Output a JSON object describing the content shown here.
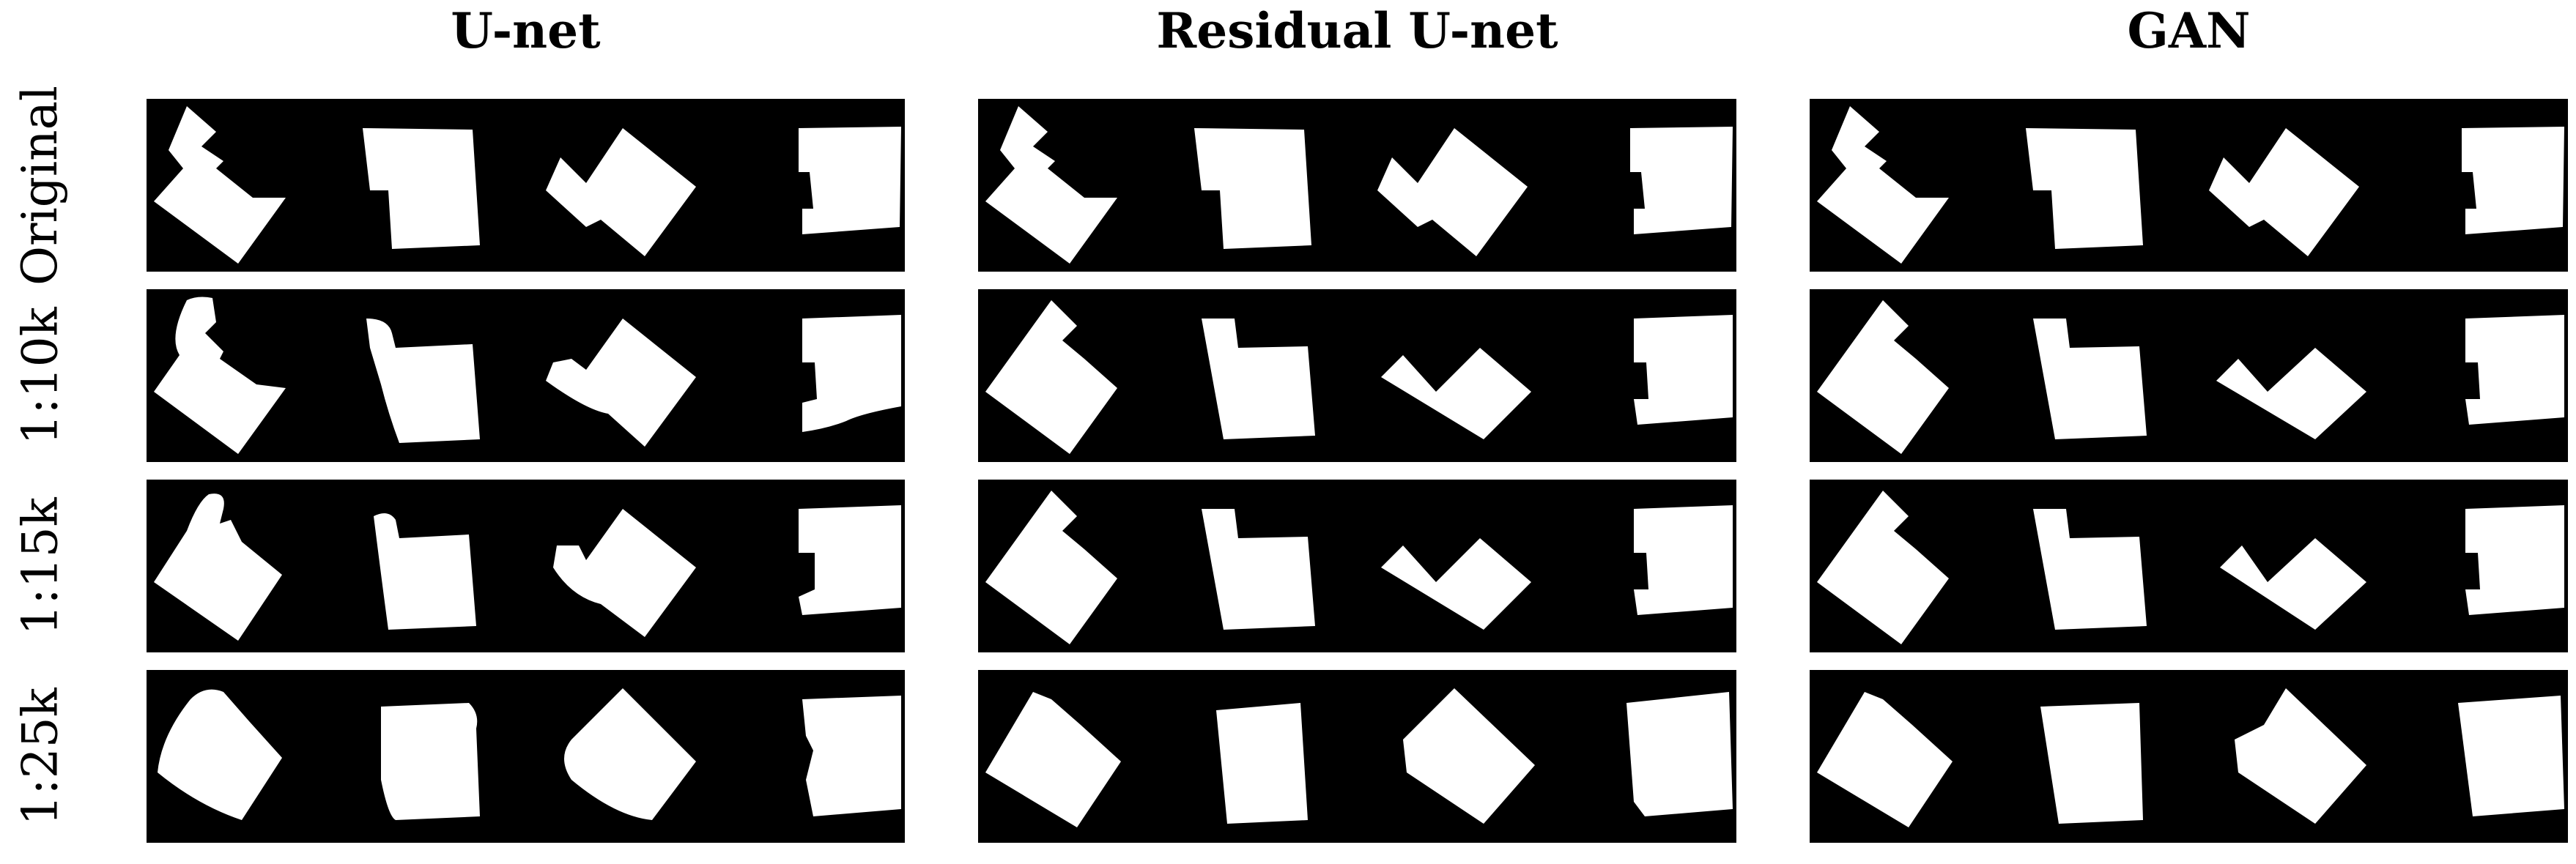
{
  "columns": [
    {
      "title": "U-net"
    },
    {
      "title": "Residual U-net"
    },
    {
      "title": "GAN"
    }
  ],
  "rows": [
    {
      "label": "Original"
    },
    {
      "label": "1:10k"
    },
    {
      "label": "1:15k"
    },
    {
      "label": "1:25k"
    }
  ],
  "colors": {
    "background": "#000000",
    "shape": "#ffffff"
  }
}
